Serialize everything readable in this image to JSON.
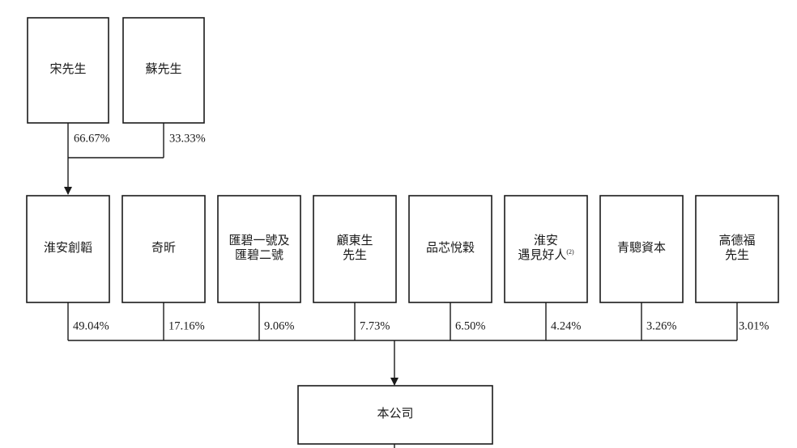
{
  "owners": [
    {
      "id": "song",
      "lines": [
        "宋先生"
      ],
      "pct": "66.67%"
    },
    {
      "id": "su",
      "lines": [
        "蘇先生"
      ],
      "pct": "33.33%"
    }
  ],
  "holders": [
    {
      "id": "huaian-chuangtao",
      "lines": [
        "淮安創韜"
      ],
      "pct": "49.04%"
    },
    {
      "id": "qixin",
      "lines": [
        "奇昕"
      ],
      "pct": "17.16%"
    },
    {
      "id": "huibi",
      "lines": [
        "匯碧一號及",
        "匯碧二號"
      ],
      "pct": "9.06%"
    },
    {
      "id": "gu-dongsheng",
      "lines": [
        "顧東生",
        "先生"
      ],
      "pct": "7.73%"
    },
    {
      "id": "pinxin-yuehu",
      "lines": [
        "品芯悅穀"
      ],
      "pct": "6.50%"
    },
    {
      "id": "huaian-yujian",
      "lines": [
        "淮安",
        "遇見好人"
      ],
      "note": "(2)",
      "pct": "4.24%"
    },
    {
      "id": "qingcong",
      "lines": [
        "青驄資本"
      ],
      "pct": "3.26%"
    },
    {
      "id": "gao-defu",
      "lines": [
        "高德福",
        "先生"
      ],
      "pct": "3.01%"
    }
  ],
  "company": {
    "label": "本公司"
  },
  "colors": {
    "line": "#1a1a1a",
    "box_fill": "#ffffff"
  }
}
